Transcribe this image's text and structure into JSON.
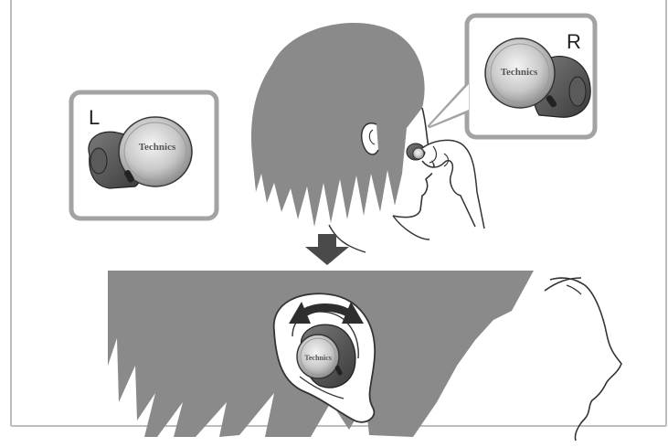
{
  "panel_left": {
    "side_label": "L",
    "brand": "Technics"
  },
  "panel_right": {
    "side_label": "R",
    "brand": "Technics"
  },
  "bottom_scene": {
    "brand": "Technics"
  },
  "colors": {
    "hair": "#8a8a8a",
    "panel_border": "#a3a3a3",
    "line": "#333333",
    "arrow": "#4a4a4a",
    "earbud_body": "#5a5a5a",
    "earbud_face": "#d6d6d6"
  },
  "icons": {
    "step_arrow": "down-arrow-icon",
    "rotate_arrow": "double-headed-curved-arrow-icon"
  }
}
